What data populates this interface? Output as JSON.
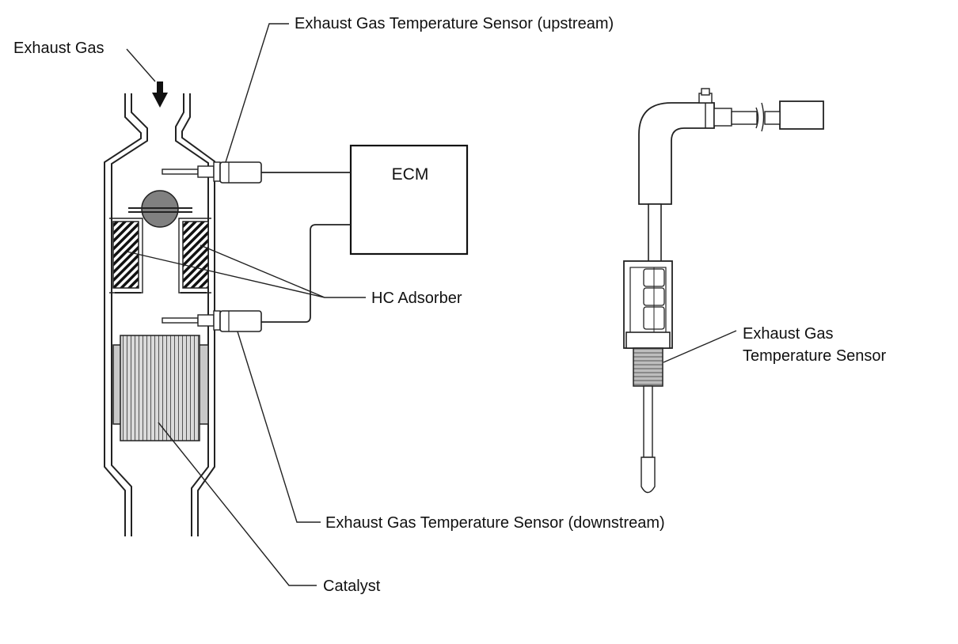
{
  "labels": {
    "exhaust_gas": "Exhaust Gas",
    "ecm": "ECM",
    "sensor_upstream": "Exhaust Gas Temperature Sensor (upstream)",
    "hc_adsorber": "HC Adsorber",
    "sensor_downstream": "Exhaust Gas Temperature Sensor (downstream)",
    "catalyst": "Catalyst",
    "sensor_line1": "Exhaust Gas",
    "sensor_line2": "Temperature Sensor"
  }
}
